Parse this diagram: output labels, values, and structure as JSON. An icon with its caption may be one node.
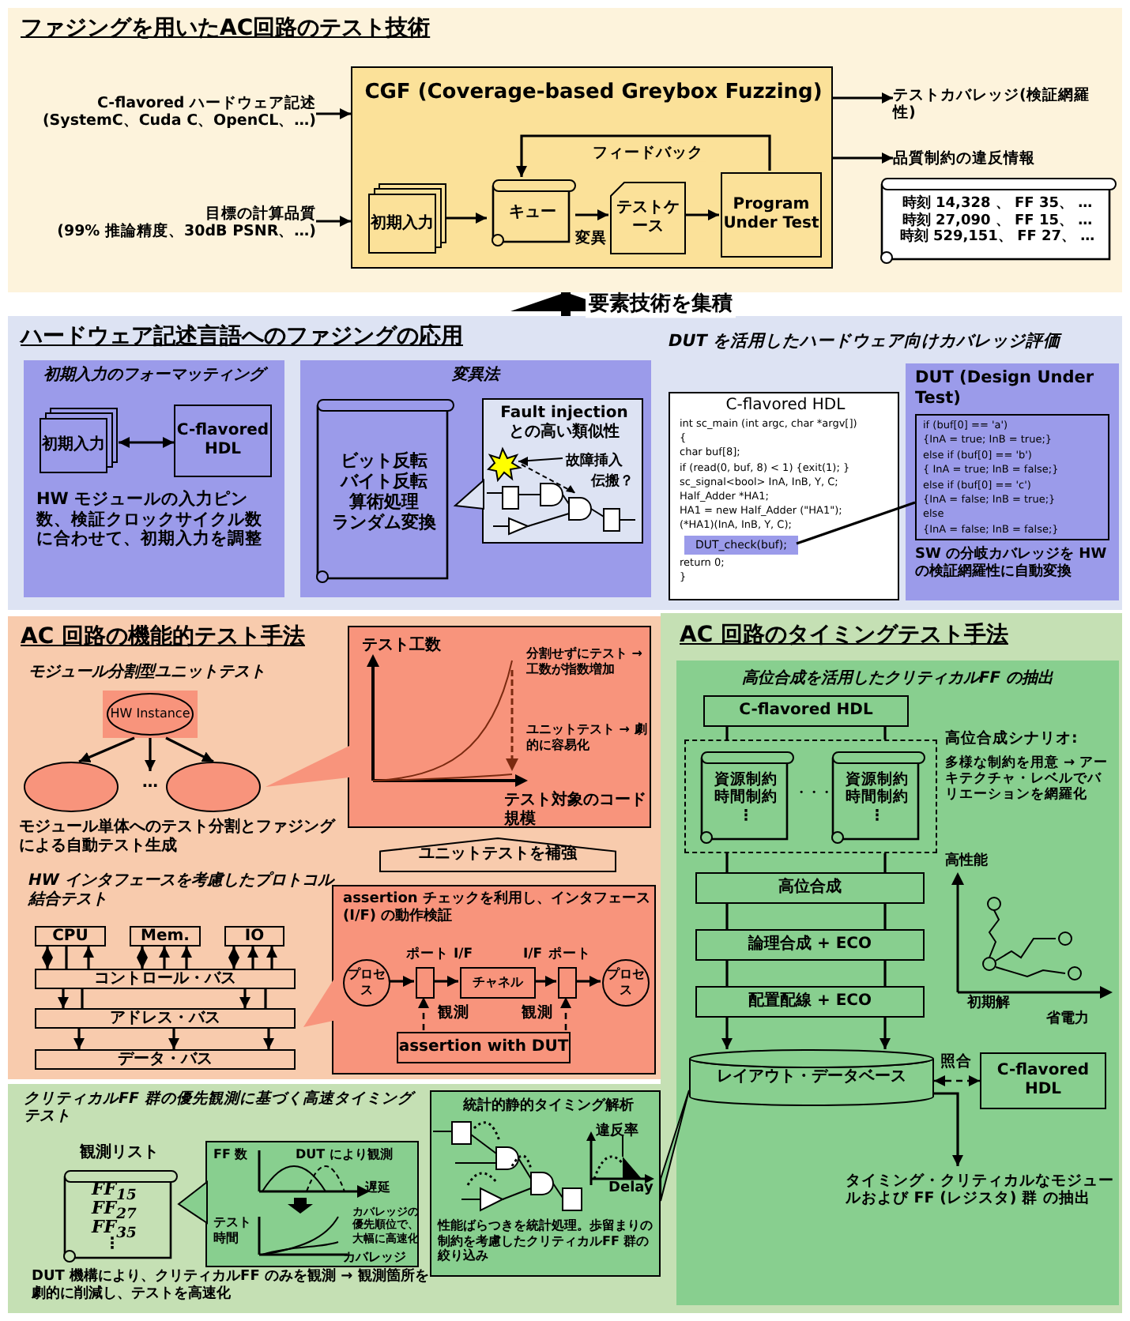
{
  "diagram": {
    "nodes": [
      {
        "text": [
          "ファジングを用いたAC回路のテスト技術"
        ]
      },
      {
        "text": [
          "C-flavored ハードウェア記述",
          "(SystemC、Cuda C、OpenCL、…)"
        ],
        "in": 0
      },
      {
        "text": [
          "目標の計算品質",
          "(99% 推論精度、30dB PSNR、…)"
        ],
        "in": 0
      },
      {
        "text": [
          "CGF (Coverage-based Greybox Fuzzing)"
        ],
        "in": 0
      },
      {
        "text": [
          "初期入力"
        ],
        "in": 3
      },
      {
        "text": [
          "キュー"
        ],
        "in": 3
      },
      {
        "text": [
          "テストケース"
        ],
        "in": 3
      },
      {
        "text": [
          "Program Under Test"
        ],
        "in": 3
      },
      {
        "text": [
          "テストカバレッジ(検証網羅性)"
        ],
        "in": 0
      },
      {
        "text": [
          "品質制約の違反情報"
        ],
        "in": 0
      },
      {
        "text": [
          "時刻 14,328 、 FF 35、 …",
          "時刻 27,090 、 FF 15、 …",
          "時刻 529,151、 FF 27、 …"
        ],
        "in": 0
      },
      {
        "text": [
          "ハードウェア記述言語へのファジングの応用"
        ]
      },
      {
        "text": [
          "初期入力のフォーマッティング",
          "HW モジュールの入力ピン数、検証クロックサイクル数に合わせて、初期入力を調整"
        ],
        "in": 11
      },
      {
        "text": [
          "初期入力"
        ],
        "in": 12
      },
      {
        "text": [
          "C-flavored HDL"
        ],
        "in": 12
      },
      {
        "text": [
          "変異法"
        ],
        "in": 11
      },
      {
        "text": [
          "ビット反転",
          "バイト反転",
          "算術処理",
          "ランダム変換"
        ],
        "in": 15
      },
      {
        "text": [
          "Fault injection との高い類似性",
          "故障挿入",
          "伝搬？"
        ],
        "in": 15
      },
      {
        "text": [
          "C-flavored HDL",
          "int sc_main (int argc, char *argv[])",
          "{",
          "char buf[8];",
          "if (read(0, buf, 8) < 1) {exit(1); }",
          "sc_signal<bool> InA, InB, Y, C;",
          "Half_Adder *HA1;",
          "HA1 = new Half_Adder (\"HA1\");",
          "(*HA1)(InA, InB, Y, C);",
          "return 0;",
          "}"
        ],
        "in": 11
      },
      {
        "text": [
          "DUT_check(buf);"
        ],
        "in": 18
      },
      {
        "text": [
          "DUT (Design Under Test)",
          "SW の分岐カバレッジを HW の検証網羅性に自動変換"
        ],
        "in": 11
      },
      {
        "text": [
          "if (buf[0] == 'a')",
          "{InA = true; InB = true;}",
          "else if (buf[0] == 'b')",
          "{ InA = true; InB = false;}",
          "else if (buf[0] == 'c')",
          "{InA = false; InB = true;}",
          "else",
          "{InA = false; InB = false;}"
        ],
        "in": 20
      },
      {
        "text": [
          "AC 回路の機能的テスト手法"
        ]
      },
      {
        "text": [
          "HW Instance"
        ],
        "in": 22
      },
      {
        "text": [],
        "shape": "circle",
        "in": 22
      },
      {
        "text": [
          "…"
        ],
        "in": 22
      },
      {
        "text": [],
        "shape": "circle",
        "in": 22
      },
      {
        "text": [
          "テスト工数",
          "分割せずにテスト → 工数が指数増加",
          "ユニットテスト → 劇的に容易化",
          "テスト対象のコード規模"
        ],
        "in": 22
      },
      {
        "text": [
          "ユニットテストを補強"
        ],
        "in": 22
      },
      {
        "text": [
          "CPU"
        ],
        "in": 22
      },
      {
        "text": [
          "Mem."
        ],
        "in": 22
      },
      {
        "text": [
          "IO"
        ],
        "in": 22
      },
      {
        "text": [
          "コントロール・バス"
        ],
        "in": 22
      },
      {
        "text": [
          "アドレス・バス"
        ],
        "in": 22
      },
      {
        "text": [
          "データ・バス"
        ],
        "in": 22
      },
      {
        "text": [
          "assertion チェックを利用し、インタフェース (I/F) の動作検証"
        ],
        "in": 22
      },
      {
        "text": [
          "プロセス"
        ],
        "in": 35
      },
      {
        "text": [],
        "shape": "box",
        "beside": [
          "ポート"
        ],
        "in": 35
      },
      {
        "text": [
          "チャネル"
        ],
        "beside": [
          "I/F",
          "I/F"
        ],
        "in": 35
      },
      {
        "text": [],
        "shape": "box",
        "beside": [
          "ポート"
        ],
        "in": 35
      },
      {
        "text": [
          "プロセス"
        ],
        "in": 35
      },
      {
        "text": [
          "assertion with DUT"
        ],
        "in": 35
      },
      {
        "text": [
          "AC 回路のタイミングテスト手法"
        ]
      },
      {
        "text": [
          "高位合成を活用したクリティカルFF の抽出"
        ],
        "in": 42
      },
      {
        "text": [
          "C-flavored HDL"
        ],
        "in": 43
      },
      {
        "text": [],
        "shape": "box",
        "in": 43
      },
      {
        "text": [
          "資源制約",
          "時間制約",
          "⋮"
        ],
        "in": 45
      },
      {
        "text": [
          "資源制約",
          "時間制約",
          "⋮"
        ],
        "in": 45
      },
      {
        "text": [
          "高位合成"
        ],
        "in": 43
      },
      {
        "text": [
          "論理合成 + ECO"
        ],
        "in": 43
      },
      {
        "text": [
          "配置配線 + ECO"
        ],
        "in": 43
      },
      {
        "text": [
          "レイアウト・データベース"
        ],
        "in": 43
      },
      {
        "text": [
          "C-flavored HDL"
        ],
        "in": 43
      },
      {
        "text": [
          "タイミング・クリティカルなモジュールおよび FF (レジスタ) 群 の抽出"
        ],
        "in": 43
      },
      {
        "text": [
          "観測リスト",
          "FF$_{15}$",
          "FF$_{27}$",
          "FF$_{35}$",
          "⋮"
        ],
        "in": 42
      },
      {
        "text": [
          "FF 数",
          "DUT により観測",
          "遅延",
          "テスト時間",
          "カバレッジの優先順位で、大幅に高速化",
          "カバレッジ"
        ],
        "in": 42
      },
      {
        "text": [
          "統計的静的タイミング解析",
          "違反率",
          "Delay",
          "性能ばらつきを統計処理。歩留まりの制約を考慮したクリティカルFF 群の絞り込み"
        ],
        "in": 42
      }
    ],
    "edges": [
      {
        "from": 1,
        "to": 3,
        "arrow": "to"
      },
      {
        "from": 2,
        "to": 3,
        "arrow": "to"
      },
      {
        "from": 4,
        "to": 5,
        "arrow": "to"
      },
      {
        "from": 5,
        "to": 6,
        "arrow": "to",
        "label": "変異"
      },
      {
        "from": 6,
        "to": 7,
        "arrow": "to"
      },
      {
        "from": 7,
        "to": 5,
        "arrow": "to",
        "label": "フィードバック"
      },
      {
        "from": 3,
        "to": 8,
        "arrow": "to"
      },
      {
        "from": 3,
        "to": 9,
        "arrow": "to"
      },
      {
        "from": 11,
        "to": 0,
        "arrow": "to",
        "label": "要素技術を集積",
        "style": "thick"
      },
      {
        "from": 13,
        "to": 14,
        "arrow": "both"
      },
      {
        "from": 19,
        "to": 21,
        "arrow": "none"
      },
      {
        "from": 23,
        "to": 24,
        "arrow": "to"
      },
      {
        "from": 23,
        "to": 25,
        "arrow": "to"
      },
      {
        "from": 23,
        "to": 26,
        "arrow": "to"
      },
      {
        "from": 29,
        "to": 32,
        "arrow": "both"
      },
      {
        "from": 29,
        "to": 32,
        "arrow": "none"
      },
      {
        "from": 32,
        "to": 29,
        "arrow": "to"
      },
      {
        "from": 30,
        "to": 32,
        "arrow": "both"
      },
      {
        "from": 32,
        "to": 30,
        "arrow": "to"
      },
      {
        "from": 32,
        "to": 30,
        "arrow": "to"
      },
      {
        "from": 31,
        "to": 32,
        "arrow": "both"
      },
      {
        "from": 32,
        "to": 31,
        "arrow": "to"
      },
      {
        "from": 32,
        "to": 31,
        "arrow": "to"
      },
      {
        "from": 32,
        "to": 33,
        "arrow": "to"
      },
      {
        "from": 32,
        "to": 33,
        "arrow": "none"
      },
      {
        "from": 32,
        "to": 33,
        "arrow": "to"
      },
      {
        "from": 32,
        "to": 33,
        "arrow": "none"
      },
      {
        "from": 33,
        "to": 34,
        "arrow": "to"
      },
      {
        "from": 33,
        "to": 34,
        "arrow": "to"
      },
      {
        "from": 33,
        "to": 34,
        "arrow": "to"
      },
      {
        "from": 36,
        "to": 37,
        "arrow": "to"
      },
      {
        "from": 37,
        "to": 38,
        "arrow": "to"
      },
      {
        "from": 38,
        "to": 39,
        "arrow": "to"
      },
      {
        "from": 39,
        "to": 40,
        "arrow": "to"
      },
      {
        "from": 41,
        "to": 37,
        "arrow": "to",
        "label": "観測",
        "style": "dashed"
      },
      {
        "from": 41,
        "to": 39,
        "arrow": "to",
        "label": "観測",
        "style": "dashed"
      },
      {
        "from": 44,
        "to": 45,
        "arrow": "none"
      },
      {
        "from": 44,
        "to": 45,
        "arrow": "none"
      },
      {
        "from": 45,
        "to": 48,
        "arrow": "none"
      },
      {
        "from": 45,
        "to": 48,
        "arrow": "none"
      },
      {
        "from": 48,
        "to": 49,
        "arrow": "none"
      },
      {
        "from": 48,
        "to": 49,
        "arrow": "none"
      },
      {
        "from": 49,
        "to": 50,
        "arrow": "none"
      },
      {
        "from": 49,
        "to": 50,
        "arrow": "none"
      },
      {
        "from": 50,
        "to": 51,
        "arrow": "to"
      },
      {
        "from": 50,
        "to": 51,
        "arrow": "to"
      },
      {
        "from": 51,
        "to": 52,
        "arrow": "both",
        "label": "照合",
        "style": "dashed"
      },
      {
        "from": 51,
        "to": 53,
        "arrow": "to"
      }
    ],
    "labels": [
      "DUT を活用したハードウェア向けカバレッジ評価",
      "モジュール分割型ユニットテスト",
      "モジュール単体へのテスト分割とファジングによる自動テスト生成",
      "HW インタフェースを考慮したプロトコル結合テスト",
      "高位合成シナリオ:",
      "多様な制約を用意 → アーキテクチャ・レベルでバリエーションを網羅化",
      "・・・",
      "高性能",
      "初期解",
      "省電力",
      "クリティカルFF 群の優先観測に基づく高速タイミングテスト",
      "DUT 機構により、クリティカルFF のみを観測 → 観測箇所を劇的に削減し、テストを高速化"
    ]
  }
}
